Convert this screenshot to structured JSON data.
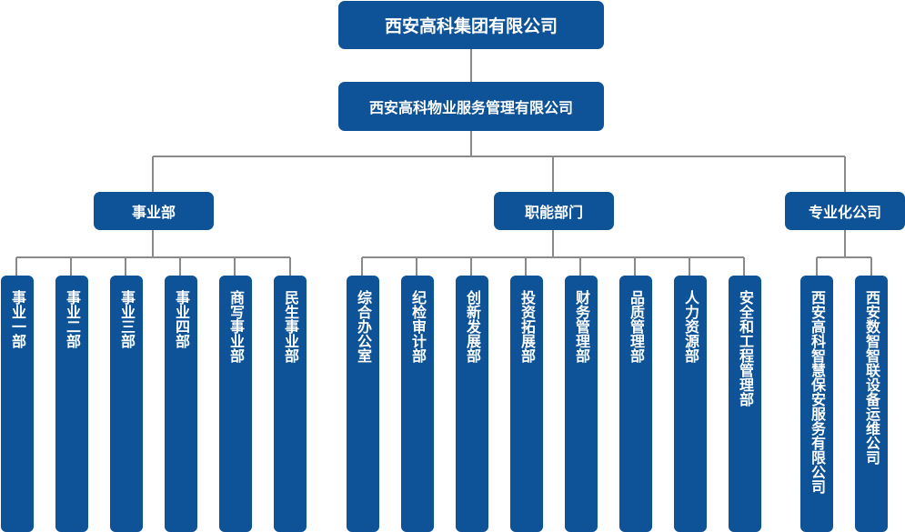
{
  "root": {
    "label": "西安高科集团有限公司"
  },
  "company": {
    "label": "西安高科物业服务管理有限公司"
  },
  "groups": [
    {
      "label": "事业部",
      "children": [
        "事业一部",
        "事业二部",
        "事业三部",
        "事业四部",
        "商写事业部",
        "民生事业部"
      ]
    },
    {
      "label": "职能部门",
      "children": [
        "综合办公室",
        "纪检审计部",
        "创新发展部",
        "投资拓展部",
        "财务管理部",
        "品质管理部",
        "人力资源部",
        "安全和工程管理部"
      ]
    },
    {
      "label": "专业化公司",
      "children": [
        "西安高科智慧保安服务有限公司",
        "西安数智智联设备运维公司"
      ]
    }
  ],
  "colors": {
    "box": "#0e5297",
    "line": "#8a8a8a",
    "text": "#ffffff"
  }
}
